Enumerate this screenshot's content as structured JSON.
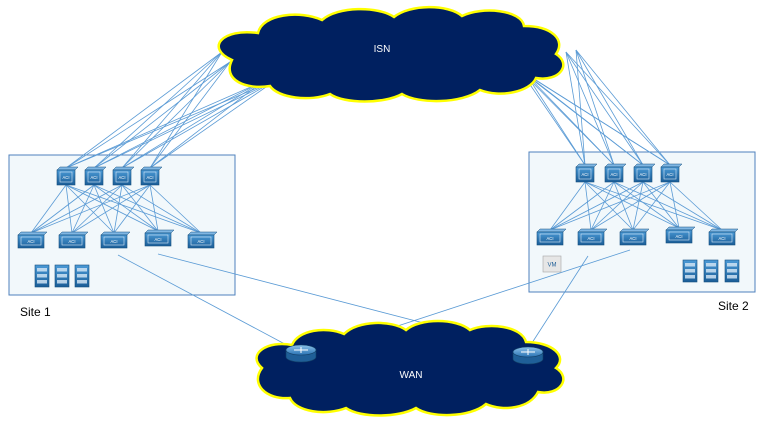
{
  "clouds": {
    "isn": {
      "label": "ISN"
    },
    "wan": {
      "label": "WAN"
    }
  },
  "sites": {
    "site1": {
      "label": "Site 1"
    },
    "site2": {
      "label": "Site 2"
    }
  },
  "devices": {
    "switch_label": "ACI",
    "vm_label": "VM"
  },
  "colors": {
    "cloud_fill": "#002060",
    "cloud_stroke": "#ffff00",
    "cloud_text": "#ffffff",
    "link": "#5b9bd5",
    "site_border": "#4f81bd",
    "site_fill": "#f2f8fb",
    "switch_fill": "#1f6fae",
    "router_fill": "#3a89c9"
  }
}
